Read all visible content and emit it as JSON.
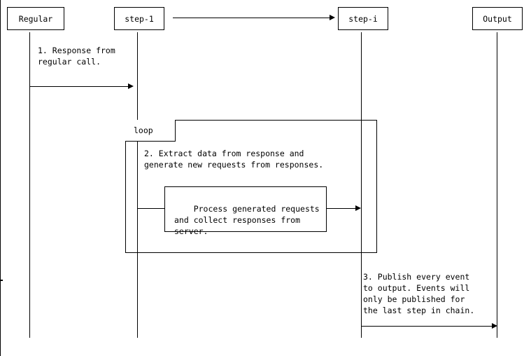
{
  "diagram": {
    "type": "sequence-diagram",
    "background_color": "#ffffff",
    "line_color": "#000000",
    "text_color": "#000000",
    "participants": [
      {
        "id": "regular",
        "label": "Regular"
      },
      {
        "id": "step-1",
        "label": "step-1"
      },
      {
        "id": "step-i",
        "label": "step-i"
      },
      {
        "id": "output",
        "label": "Output"
      }
    ],
    "messages": [
      {
        "id": "m0",
        "from": "step-1",
        "to": "step-i",
        "label": "",
        "style": "solid-arrow"
      },
      {
        "id": "m1",
        "from": "regular",
        "to": "step-1",
        "label": "1. Response from\nregular call.",
        "style": "solid-arrow"
      },
      {
        "id": "m2",
        "from": "step-1",
        "to": "step-i",
        "label": "",
        "style": "solid-arrow"
      },
      {
        "id": "m3",
        "from": "step-i",
        "to": "output",
        "label": "3. Publish every event\nto output. Events will\nonly be published for\nthe last step in chain.",
        "style": "solid-arrow"
      }
    ],
    "fragments": [
      {
        "id": "loop-1",
        "operator": "loop",
        "body_text": "2. Extract data from response and\ngenerate new requests from responses."
      }
    ],
    "notes": [
      {
        "id": "note-1",
        "text": "Process generated requests\nand collect responses from\nserver."
      }
    ]
  }
}
